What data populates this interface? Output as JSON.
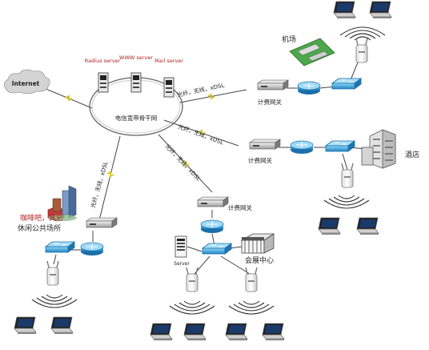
{
  "internet": "Internet",
  "servers": [
    "Radius server",
    "WWW server",
    "Mail server"
  ],
  "backbone": "电信宽带骨干网",
  "link_label": "光纤，无线，xDSL",
  "gateway_label": "计费网关",
  "sites": {
    "airport": "机场",
    "hotel": "酒店",
    "cafe": "咖啡吧，其它",
    "cafe_line2": "休闲公共场所",
    "expo": "会展中心",
    "server": "Server"
  },
  "colors": {
    "switch": "#3aa0d8",
    "router": "#2a8fd0",
    "link": "#d8c81a",
    "ring": "#666666"
  }
}
